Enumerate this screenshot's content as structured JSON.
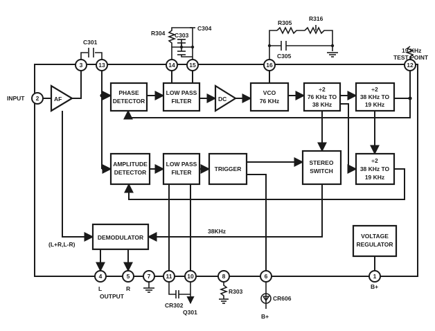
{
  "diagram": {
    "blocks": {
      "af": "AF",
      "phase_detector": [
        "PHASE",
        "DETECTOR"
      ],
      "lpf1": [
        "LOW PASS",
        "FILTER"
      ],
      "dc": "DC",
      "vco": [
        "VCO",
        "76 KHz"
      ],
      "div1": [
        "÷2",
        "76 KHz TO",
        "38 KHz"
      ],
      "div2": [
        "÷2",
        "38 KHz TO",
        "19 KHz"
      ],
      "amplitude_detector": [
        "AMPLITUDE",
        "DETECTOR"
      ],
      "lpf2": [
        "LOW PASS",
        "FILTER"
      ],
      "trigger": "TRIGGER",
      "stereo_switch": [
        "STEREO",
        "SWITCH"
      ],
      "div3": [
        "÷2",
        "38 KHz TO",
        "19 KHz"
      ],
      "demodulator": "DEMODULATOR",
      "voltage_regulator": [
        "VOLTAGE",
        "REGULATOR"
      ]
    },
    "pins": {
      "p1": "1",
      "p2": "2",
      "p3": "3",
      "p4": "4",
      "p5": "5",
      "p6": "6",
      "p7": "7",
      "p8": "8",
      "p10": "10",
      "p11": "11",
      "p12": "12",
      "p13": "13",
      "p14": "14",
      "p15": "15",
      "p16": "16"
    },
    "labels": {
      "input": "INPUT",
      "c301": "C301",
      "r304": "R304",
      "c303": "C303",
      "c304": "C304",
      "r305": "R305",
      "r316": "R316",
      "c305": "C305",
      "test_point_1": "19 KHz",
      "test_point_2": "TEST POINT",
      "lr": "(L+R,L-R)",
      "khz38": "38KHz",
      "l": "L",
      "r": "R",
      "output": "OUTPUT",
      "cr302": "CR302",
      "q301": "Q301",
      "r303": "R303",
      "cr606": "CR606",
      "bplus1": "B+",
      "bplus2": "B+"
    }
  }
}
